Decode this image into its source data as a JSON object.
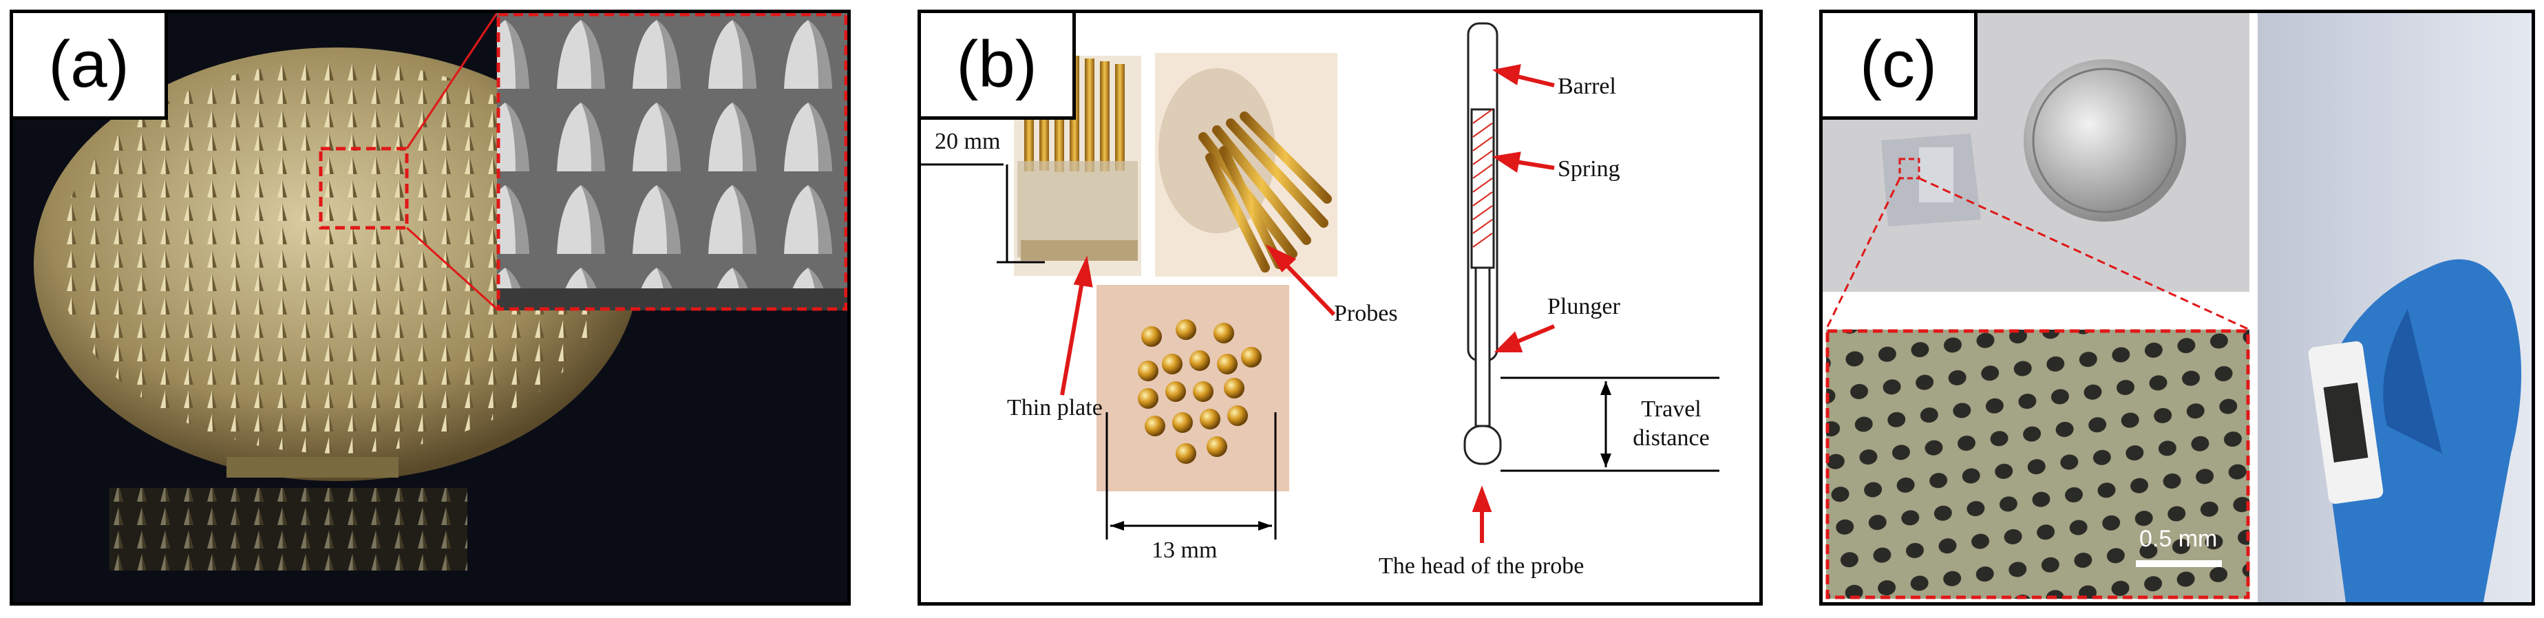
{
  "figure": {
    "panels": [
      {
        "tag": "(a)"
      },
      {
        "tag": "(b)",
        "labels": {
          "dim_height": "20 mm",
          "dim_width": "13 mm",
          "thin_plate": "Thin plate",
          "probes": "Probes",
          "barrel": "Barrel",
          "spring": "Spring",
          "plunger": "Plunger",
          "travel_distance": "Travel distance",
          "probe_head": "The head of the probe"
        }
      },
      {
        "tag": "(c)",
        "scale_bar": "0.5 mm"
      }
    ]
  },
  "colors": {
    "callout": "#e01818",
    "frame": "#000000"
  }
}
